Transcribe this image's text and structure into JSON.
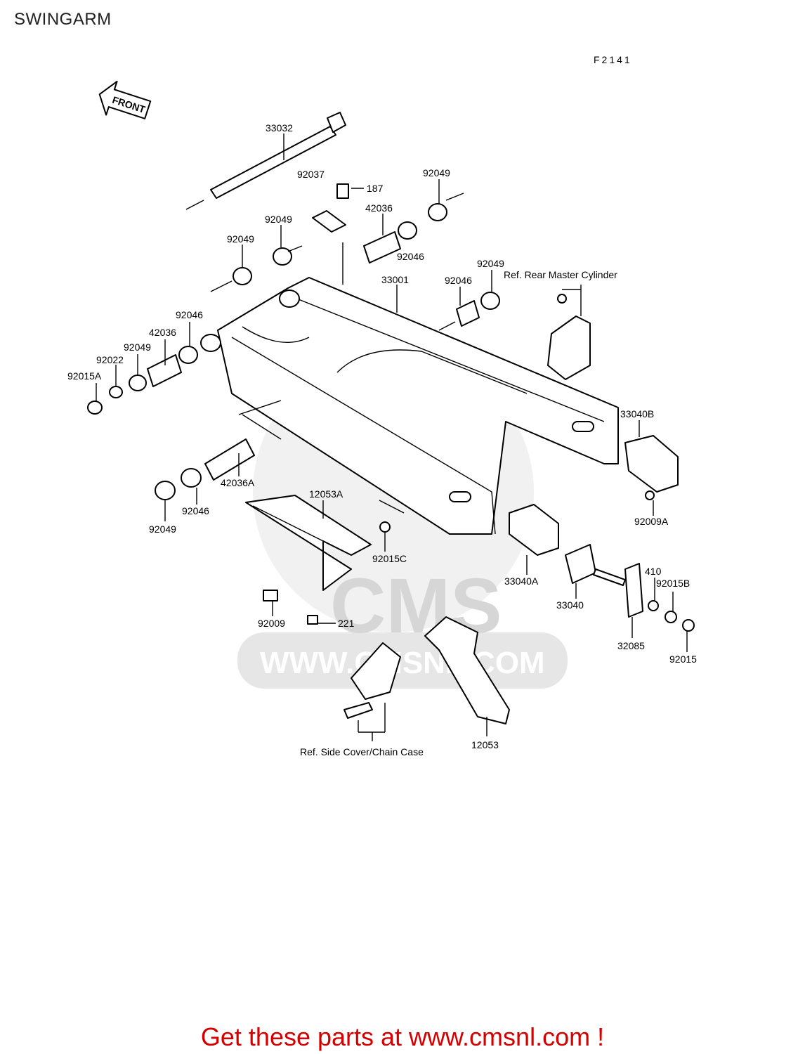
{
  "title": "SWINGARM",
  "figure_code": "F2141",
  "front_arrow": "FRONT",
  "part_labels": {
    "p33032": "33032",
    "p187": "187",
    "p92037": "92037",
    "p92049_a": "92049",
    "p92049_b": "92049",
    "p92049_c": "92049",
    "p92049_d": "92049",
    "p92049_e": "92049",
    "p92049_f": "92049",
    "p42036_a": "42036",
    "p42036_b": "42036",
    "p92046_a": "92046",
    "p92046_b": "92046",
    "p92046_c": "92046",
    "p92046_d": "92046",
    "p33001": "33001",
    "p92022": "92022",
    "p92015A": "92015A",
    "p42036A": "42036A",
    "p12053A": "12053A",
    "p92015C": "92015C",
    "p33040B": "33040B",
    "p92009A": "92009A",
    "p33040A": "33040A",
    "p33040": "33040",
    "p410": "410",
    "p92015B": "92015B",
    "p32085": "32085",
    "p92015": "92015",
    "p92009": "92009",
    "p221": "221",
    "p12053": "12053"
  },
  "ref_labels": {
    "rear_master_cylinder": "Ref. Rear Master Cylinder",
    "side_cover_chain_case": "Ref. Side Cover/Chain Case"
  },
  "watermark": {
    "brand": "CMS",
    "url": "WWW.CMSNL.COM"
  },
  "footer": "Get these parts at www.cmsnl.com !",
  "colors": {
    "footer": "#d40000",
    "watermark": "#d6d6d6"
  }
}
